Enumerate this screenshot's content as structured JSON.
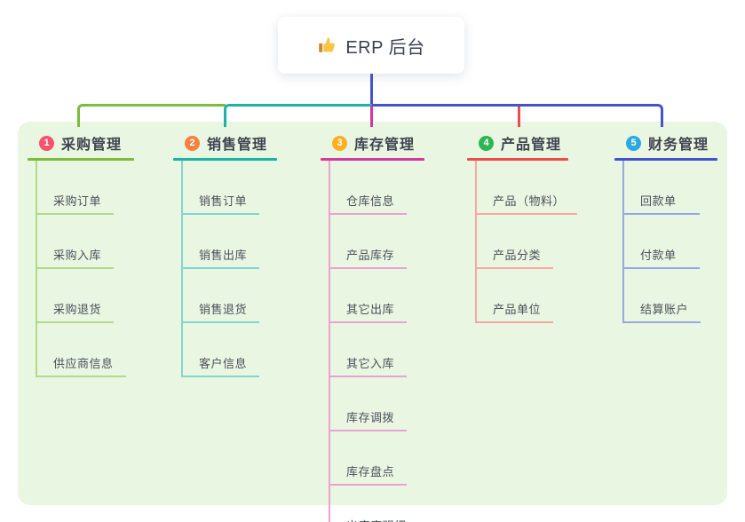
{
  "root": {
    "label": "ERP 后台",
    "icon": "thumbs-up-icon"
  },
  "theme": {
    "page_bg": "#ffffff",
    "panel_bg": "#e9f6e1",
    "root_line_color": "#4454cb",
    "root_text_color": "#3b4252",
    "title_text_color": "#3d4450",
    "child_text_color": "#4a515c"
  },
  "branches": [
    {
      "num": "1",
      "label": "采购管理",
      "color": "#7bbb3f",
      "light_color": "#b2d98c",
      "badge_color": "#f4536e",
      "children": [
        "采购订单",
        "采购入库",
        "采购退货",
        "供应商信息"
      ]
    },
    {
      "num": "2",
      "label": "销售管理",
      "color": "#1cb2a6",
      "light_color": "#82d6cd",
      "badge_color": "#f5813f",
      "children": [
        "销售订单",
        "销售出库",
        "销售退货",
        "客户信息"
      ]
    },
    {
      "num": "3",
      "label": "库存管理",
      "color": "#d23a9d",
      "light_color": "#eba2d2",
      "badge_color": "#f9b021",
      "children": [
        "仓库信息",
        "产品库存",
        "其它出库",
        "其它入库",
        "库存调拨",
        "库存盘点",
        "出库库明细"
      ]
    },
    {
      "num": "4",
      "label": "产品管理",
      "color": "#ef4c4c",
      "light_color": "#f6a9a4",
      "badge_color": "#2fb553",
      "children": [
        "产品（物料）",
        "产品分类",
        "产品单位"
      ]
    },
    {
      "num": "5",
      "label": "财务管理",
      "color": "#4154cb",
      "light_color": "#97a9e0",
      "badge_color": "#29a9e1",
      "children": [
        "回款单",
        "付款单",
        "结算账户"
      ]
    }
  ]
}
